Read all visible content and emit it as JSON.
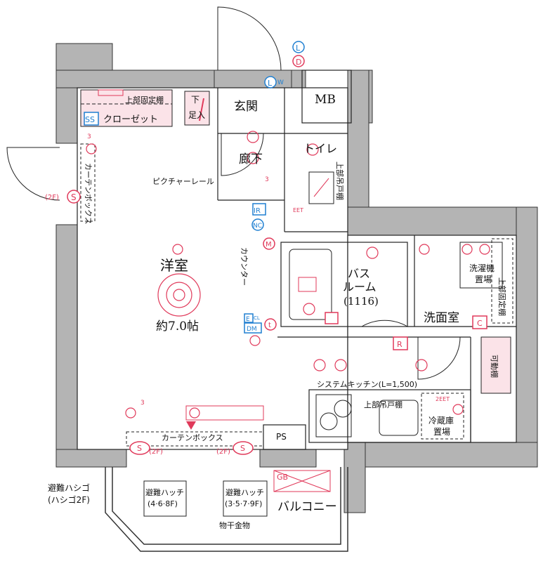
{
  "rooms": {
    "western_room": "洋室",
    "western_room_area": "約7.0帖",
    "entrance": "玄関",
    "corridor": "廊下",
    "toilet": "トイレ",
    "meter_box": "MB",
    "bath_line1": "バス",
    "bath_line2": "ルーム",
    "bath_size": "(1116)",
    "washroom": "洗面室",
    "balcony": "バルコニー",
    "pipe_space": "PS"
  },
  "fixtures": {
    "closet": "クローゼット",
    "upper_fixed_shelf": "上部固定棚",
    "curtain_box": "カーテンボックス",
    "picture_rail": "ピクチャーレール",
    "counter": "カウンター",
    "shoe_box_upper": "下",
    "shoe_box_lower": "足入",
    "upper_cabinet_toilet": "上部吊戸棚",
    "upper_fixed_shelf_wash": "上部固定棚",
    "movable_shelf": "可動棚",
    "washing_machine": "洗濯機",
    "washing_machine_2": "置場",
    "system_kitchen": "システムキッチン(L=1,500)",
    "upper_cabinet_kitchen": "上部吊戸棚",
    "fridge": "冷蔵庫",
    "fridge_2": "置場",
    "escape_ladder": "避難ハシゴ",
    "escape_ladder_sub": "(ハシゴ2F)",
    "hatch_1_title": "避難ハッチ",
    "hatch_1_floors": "(4·6·8F)",
    "hatch_2_title": "避難ハッチ",
    "hatch_2_floors": "(3·5·7·9F)",
    "drying_rack": "物干金物"
  },
  "symbols": {
    "L": "L",
    "D": "D",
    "LW_L": "L",
    "LW_W": "W",
    "SS": "SS",
    "S": "S",
    "floor_2F": "(2F)",
    "IR": "IR",
    "NC": "NC",
    "M": "M",
    "E": "E",
    "CL": "CL",
    "DM": "DM",
    "t": "t",
    "R": "R",
    "C": "C",
    "GB": "GB",
    "three": "3",
    "EET": "EET",
    "twoEET": "2EET"
  },
  "colors": {
    "wall": "#b4b4b4",
    "accent": "#e0395a",
    "pink_fill": "#fbe3e8",
    "blue_symbol": "#1f7fd1"
  }
}
